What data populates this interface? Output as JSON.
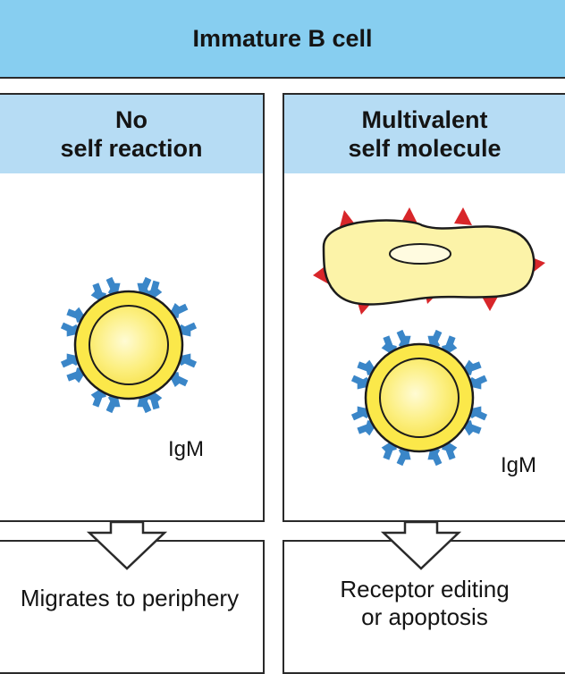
{
  "title": "Immature B cell",
  "left": {
    "heading_line1": "No",
    "heading_line2": "self reaction",
    "receptor_label": "IgM",
    "outcome": "Migrates to periphery"
  },
  "right": {
    "heading_line1": "Multivalent",
    "heading_line2": "self molecule",
    "receptor_label": "IgM",
    "outcome_line1": "Receptor editing",
    "outcome_line2": "or apoptosis"
  },
  "colors": {
    "banner": "#87cef0",
    "column_header": "#b6dcf4",
    "cell_fill": "#fbe84a",
    "antibody": "#3a86c8",
    "self_cell": "#fcf3a8",
    "antigen": "#d8262a"
  }
}
